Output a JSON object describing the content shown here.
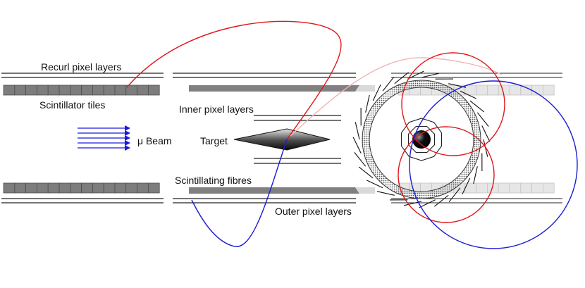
{
  "labels": {
    "recurl": "Recurl pixel layers",
    "scint_tiles": "Scintillator tiles",
    "inner_pixel": "Inner pixel layers",
    "beam": "μ Beam",
    "target": "Target",
    "scint_fibres": "Scintillating fibres",
    "outer_pixel": "Outer pixel layers"
  },
  "colors": {
    "electron_track": "#e0161b",
    "positron_track": "#1b1bd6",
    "beam": "#1a1adf",
    "tile_fill": "#7d7d7d",
    "fibre_fill": "#808080",
    "faded_tile_fill": "#e6e6e6",
    "line": "#222222"
  },
  "icons": {
    "beam": "beam-arrows-icon",
    "target": "target-double-cone-icon"
  }
}
